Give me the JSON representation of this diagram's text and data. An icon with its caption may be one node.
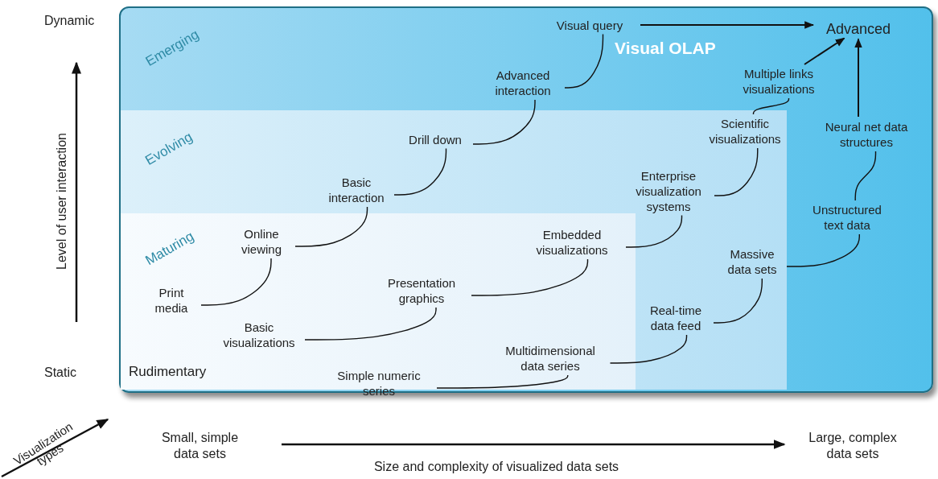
{
  "diagram": {
    "nodes": [
      {
        "text": [
          "Emerging"
        ]
      },
      {
        "text": [
          "Evolving"
        ],
        "in": 0
      },
      {
        "text": [
          "Maturing"
        ],
        "in": 1
      },
      {
        "text": [
          "Print media"
        ],
        "in": 2
      },
      {
        "text": [
          "Online viewing"
        ],
        "in": 2
      },
      {
        "text": [
          "Basic interaction"
        ],
        "in": 1
      },
      {
        "text": [
          "Drill down"
        ],
        "in": 1
      },
      {
        "text": [
          "Advanced interaction"
        ],
        "in": 0
      },
      {
        "text": [
          "Visual query"
        ],
        "in": 0
      },
      {
        "text": [
          "Advanced"
        ],
        "in": 0
      },
      {
        "text": [
          "Basic visualizations"
        ],
        "in": 2
      },
      {
        "text": [
          "Presentation graphics"
        ],
        "in": 2
      },
      {
        "text": [
          "Embedded visualizations"
        ],
        "in": 2
      },
      {
        "text": [
          "Enterprise visualization systems"
        ],
        "in": 1
      },
      {
        "text": [
          "Scientific visualizations"
        ],
        "in": 1
      },
      {
        "text": [
          "Multiple links visualizations"
        ],
        "in": 0
      },
      {
        "text": [
          "Simple numeric series"
        ],
        "in": 2
      },
      {
        "text": [
          "Multidimensional data series"
        ],
        "in": 2
      },
      {
        "text": [
          "Real-time data feed"
        ],
        "in": 1
      },
      {
        "text": [
          "Massive data sets"
        ],
        "in": 1
      },
      {
        "text": [
          "Unstructured text data"
        ],
        "in": 0
      },
      {
        "text": [
          "Neural net data structures"
        ],
        "in": 0
      }
    ],
    "edges": [
      {
        "from": 3,
        "to": 4,
        "arrow": "none"
      },
      {
        "from": 4,
        "to": 5,
        "arrow": "none"
      },
      {
        "from": 5,
        "to": 6,
        "arrow": "none"
      },
      {
        "from": 6,
        "to": 7,
        "arrow": "none"
      },
      {
        "from": 7,
        "to": 8,
        "arrow": "none"
      },
      {
        "from": 8,
        "to": 9,
        "arrow": "to"
      },
      {
        "from": 10,
        "to": 11,
        "arrow": "none"
      },
      {
        "from": 11,
        "to": 12,
        "arrow": "none"
      },
      {
        "from": 12,
        "to": 13,
        "arrow": "none"
      },
      {
        "from": 13,
        "to": 14,
        "arrow": "none"
      },
      {
        "from": 14,
        "to": 15,
        "arrow": "none"
      },
      {
        "from": 15,
        "to": 9,
        "arrow": "to"
      },
      {
        "from": 16,
        "to": 17,
        "arrow": "none"
      },
      {
        "from": 17,
        "to": 18,
        "arrow": "none"
      },
      {
        "from": 18,
        "to": 19,
        "arrow": "none"
      },
      {
        "from": 19,
        "to": 20,
        "arrow": "none"
      },
      {
        "from": 20,
        "to": 21,
        "arrow": "none"
      },
      {
        "from": 21,
        "to": 9,
        "arrow": "to"
      }
    ],
    "labels": [
      "Dynamic",
      "Visual OLAP",
      "Level of user interaction",
      "Static",
      "Rudimentary",
      "Visualization types",
      "Small, simple data sets",
      "Size and complexity of visualized data sets",
      "Large, complex data sets"
    ]
  }
}
